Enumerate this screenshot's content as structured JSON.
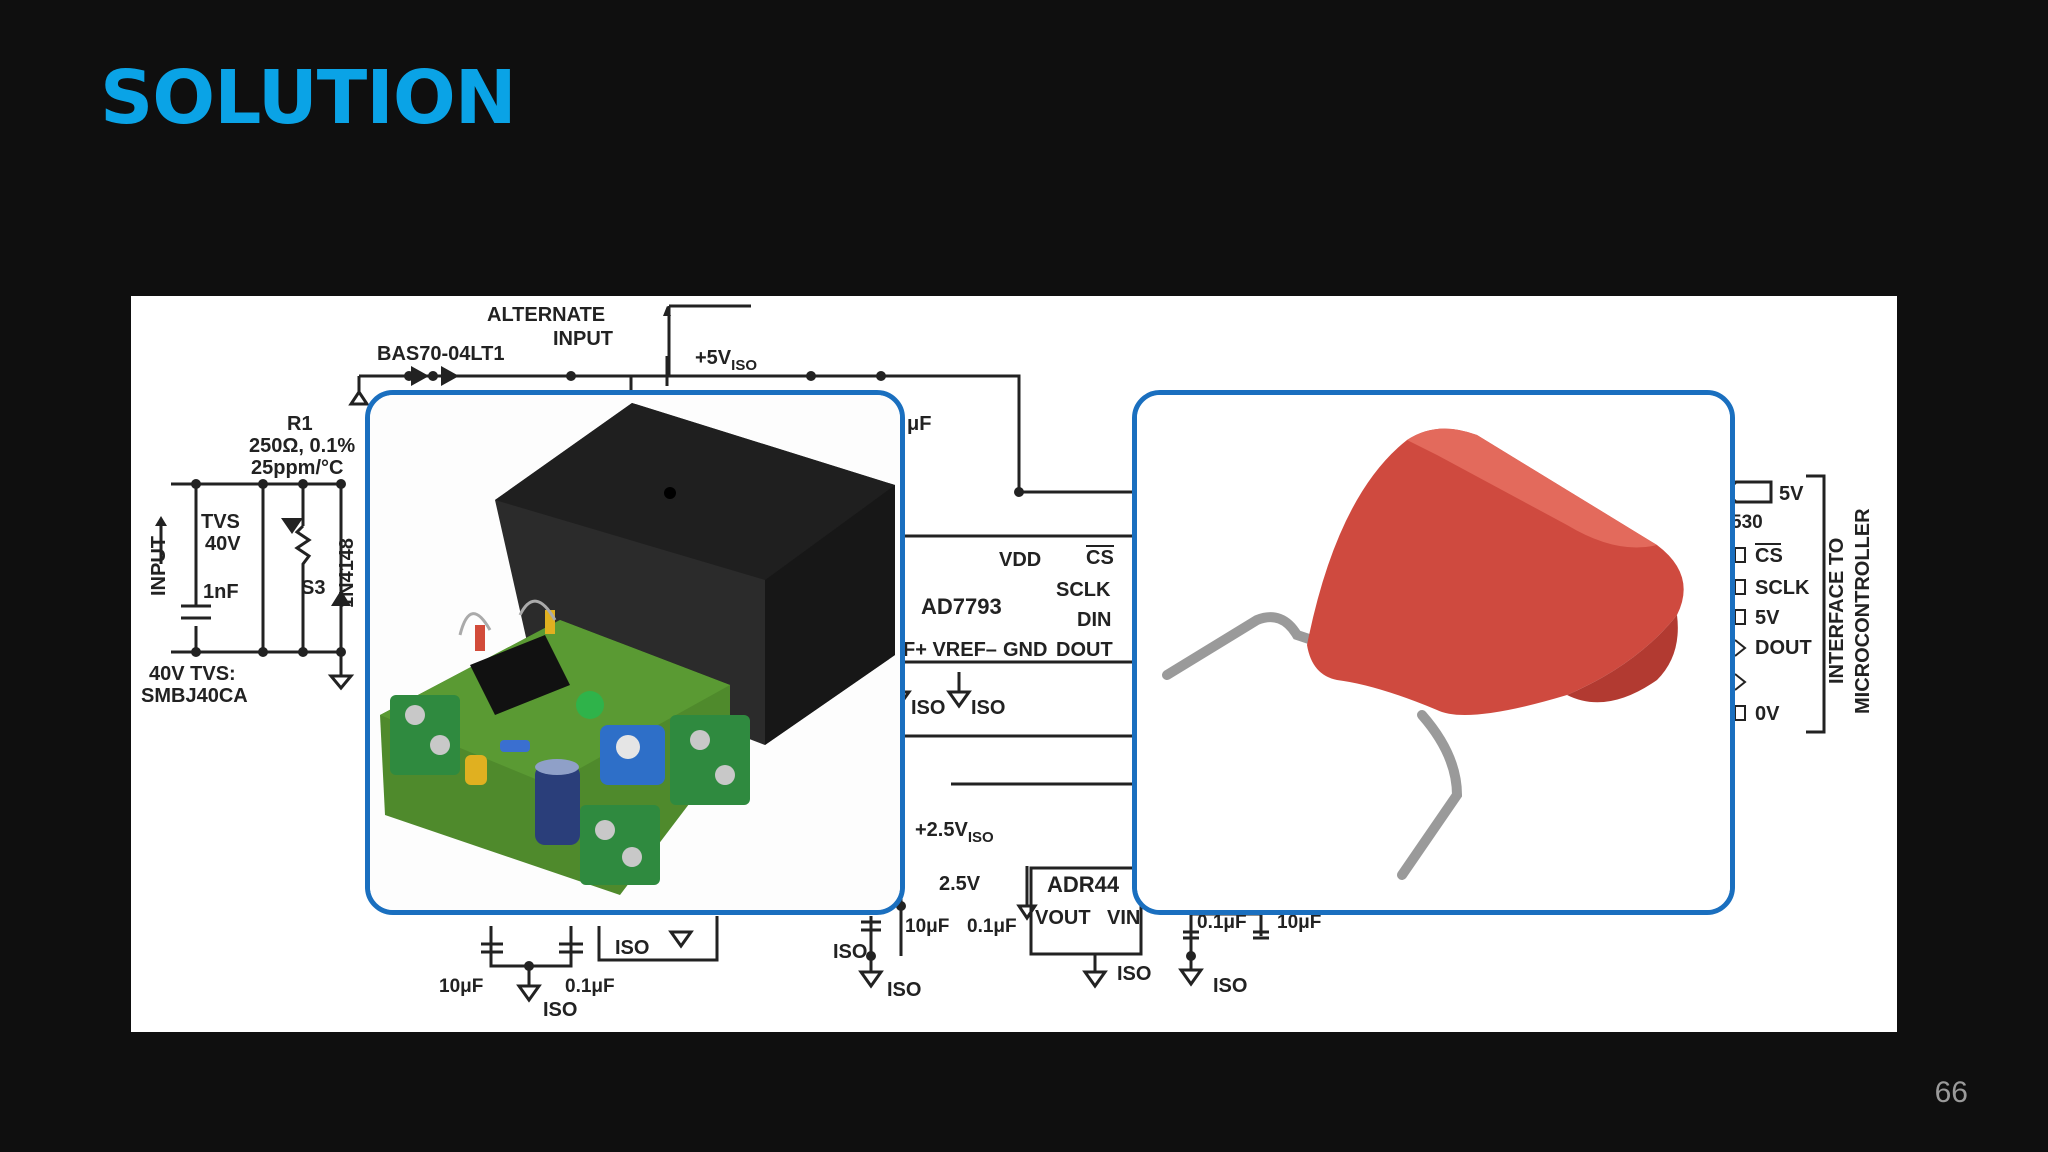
{
  "slide": {
    "title": "SOLUTION",
    "page_number": "66"
  },
  "schematic": {
    "labels": {
      "alternate_input": [
        "ALTERNATE",
        "INPUT"
      ],
      "diode": "BAS70-04LT1",
      "supply_5v": "+5V",
      "iso_sub": "ISO",
      "r1": [
        "R1",
        "250Ω, 0.1%",
        "25ppm/°C"
      ],
      "tvs": [
        "TVS",
        "40V"
      ],
      "cap_1nf": "1nF",
      "input": "INPUT",
      "s3": "S3",
      "diode_1n4148": "1N4148",
      "tvs_part": [
        "40V TVS:",
        "SMBJ40CA"
      ],
      "cap_uf": "μF",
      "adc": {
        "name": "AD7793",
        "vdd": "VDD",
        "cs": "CS",
        "sclk": "SCLK",
        "din": "DIN",
        "vref": "F+  VREF–",
        "gnd": "GND",
        "dout": "DOUT"
      },
      "iso": "ISO",
      "supply_2v5": "+2.5V",
      "ref_label": "2.5V",
      "ref_part": {
        "name": "ADR44",
        "vout": "VOUT",
        "vin": "VIN"
      },
      "caps_bottom": [
        "10μF",
        "0.1μF",
        "10μF",
        "0.1μF",
        "0.1μF",
        "10μF"
      ],
      "mcu_pins": [
        "5V",
        "CS",
        "SCLK",
        "5V",
        "DOUT",
        "0V"
      ],
      "pin_530": "530",
      "mcu_label": [
        "INTERFACE TO",
        "MICROCONTROLLER"
      ]
    }
  },
  "photos": {
    "left": "circuit-board-with-enclosure",
    "right": "red-film-capacitor"
  },
  "colors": {
    "title": "#0aa3e6",
    "photo_border": "#1a6fbf",
    "background": "#0f0f0f"
  }
}
